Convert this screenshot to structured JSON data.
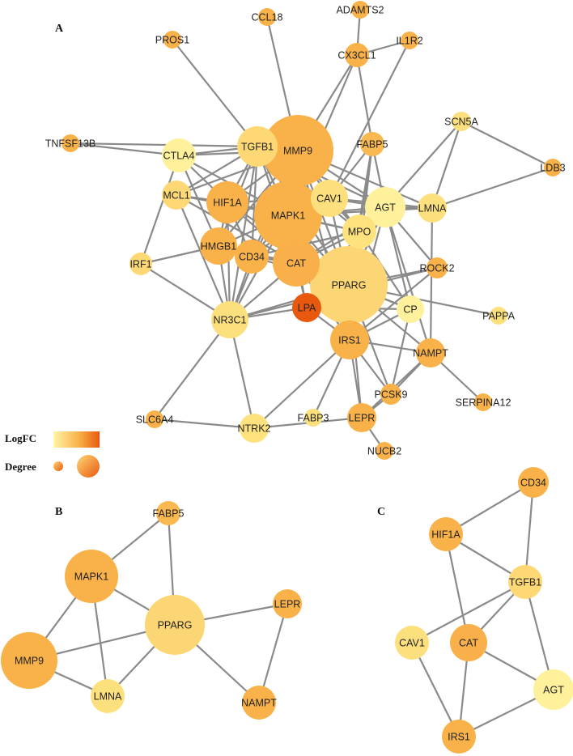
{
  "legend": {
    "logfc_label": "LogFC",
    "degree_label": "Degree"
  },
  "colors": {
    "edge": "#8a8a8a",
    "scale_low": "#fff4a8",
    "scale_mid": "#f9b24a",
    "scale_high": "#e8580f"
  },
  "panels": [
    {
      "label": "A",
      "nodes": [
        {
          "id": "MMP9",
          "r": 44,
          "color": "#f9b24a"
        },
        {
          "id": "MAPK1",
          "r": 42,
          "color": "#f9b24a"
        },
        {
          "id": "PPARG",
          "r": 48,
          "color": "#fcd574"
        },
        {
          "id": "CAT",
          "r": 29,
          "color": "#f9b04a"
        },
        {
          "id": "HIF1A",
          "r": 26,
          "color": "#f9b24a"
        },
        {
          "id": "TGFB1",
          "r": 25,
          "color": "#fdd874"
        },
        {
          "id": "AGT",
          "r": 25,
          "color": "#fff09c"
        },
        {
          "id": "CAV1",
          "r": 23,
          "color": "#fde07e"
        },
        {
          "id": "MPO",
          "r": 21,
          "color": "#fde27e"
        },
        {
          "id": "CTLA4",
          "r": 21,
          "color": "#fff09c"
        },
        {
          "id": "HMGB1",
          "r": 23,
          "color": "#f9b24a"
        },
        {
          "id": "CD34",
          "r": 21,
          "color": "#f9b24a"
        },
        {
          "id": "NR3C1",
          "r": 23,
          "color": "#fde07e"
        },
        {
          "id": "IRS1",
          "r": 24,
          "color": "#f9b24a"
        },
        {
          "id": "LPA",
          "r": 18,
          "color": "#e8580f"
        },
        {
          "id": "CP",
          "r": 17,
          "color": "#fff09c"
        },
        {
          "id": "MCL1",
          "r": 18,
          "color": "#fdd874"
        },
        {
          "id": "LMNA",
          "r": 18,
          "color": "#fde07e"
        },
        {
          "id": "NTRK2",
          "r": 18,
          "color": "#fde27e"
        },
        {
          "id": "LEPR",
          "r": 18,
          "color": "#f9b24a"
        },
        {
          "id": "NAMPT",
          "r": 18,
          "color": "#f9b24a"
        },
        {
          "id": "FABP5",
          "r": 15,
          "color": "#f9b850"
        },
        {
          "id": "CX3CL1",
          "r": 15,
          "color": "#f9b24a"
        },
        {
          "id": "IRF1",
          "r": 14,
          "color": "#fdd874"
        },
        {
          "id": "ROCK2",
          "r": 13,
          "color": "#f9b24a"
        },
        {
          "id": "PCSK9",
          "r": 13,
          "color": "#f9b24a"
        },
        {
          "id": "SCN5A",
          "r": 12,
          "color": "#fde07e"
        },
        {
          "id": "CCL18",
          "r": 11,
          "color": "#f9b24a"
        },
        {
          "id": "ADAMTS2",
          "r": 11,
          "color": "#f9b24a"
        },
        {
          "id": "IL1R2",
          "r": 11,
          "color": "#f9b24a"
        },
        {
          "id": "PROS1",
          "r": 11,
          "color": "#f9b24a"
        },
        {
          "id": "TNFSF13B",
          "r": 11,
          "color": "#f9b24a"
        },
        {
          "id": "LDB3",
          "r": 11,
          "color": "#f9b24a"
        },
        {
          "id": "PAPPA",
          "r": 11,
          "color": "#fde07e"
        },
        {
          "id": "SERPINA12",
          "r": 11,
          "color": "#f9b24a"
        },
        {
          "id": "SLC6A4",
          "r": 11,
          "color": "#f9b24a"
        },
        {
          "id": "FABP3",
          "r": 11,
          "color": "#fde07e"
        },
        {
          "id": "NUCB2",
          "r": 11,
          "color": "#f9b24a"
        }
      ],
      "edges": [
        [
          "CCL18",
          "MMP9"
        ],
        [
          "ADAMTS2",
          "CX3CL1"
        ],
        [
          "CX3CL1",
          "IL1R2"
        ],
        [
          "CX3CL1",
          "MMP9"
        ],
        [
          "CX3CL1",
          "MAPK1"
        ],
        [
          "CX3CL1",
          "FABP5"
        ],
        [
          "IL1R2",
          "CAV1"
        ],
        [
          "PROS1",
          "TGFB1"
        ],
        [
          "TNFSF13B",
          "CTLA4"
        ],
        [
          "TNFSF13B",
          "TGFB1"
        ],
        [
          "CTLA4",
          "TGFB1"
        ],
        [
          "CTLA4",
          "MMP9"
        ],
        [
          "CTLA4",
          "HIF1A"
        ],
        [
          "CTLA4",
          "MAPK1"
        ],
        [
          "CTLA4",
          "IRF1"
        ],
        [
          "CTLA4",
          "HMGB1"
        ],
        [
          "TGFB1",
          "MMP9"
        ],
        [
          "TGFB1",
          "MCL1"
        ],
        [
          "TGFB1",
          "HIF1A"
        ],
        [
          "TGFB1",
          "MAPK1"
        ],
        [
          "TGFB1",
          "HMGB1"
        ],
        [
          "TGFB1",
          "CD34"
        ],
        [
          "TGFB1",
          "CAT"
        ],
        [
          "TGFB1",
          "PPARG"
        ],
        [
          "TGFB1",
          "NR3C1"
        ],
        [
          "TGFB1",
          "AGT"
        ],
        [
          "TGFB1",
          "MPO"
        ],
        [
          "MMP9",
          "MCL1"
        ],
        [
          "MMP9",
          "HIF1A"
        ],
        [
          "MMP9",
          "MAPK1"
        ],
        [
          "MMP9",
          "CAV1"
        ],
        [
          "MMP9",
          "AGT"
        ],
        [
          "MMP9",
          "MPO"
        ],
        [
          "MMP9",
          "CAT"
        ],
        [
          "MMP9",
          "PPARG"
        ],
        [
          "MMP9",
          "CD34"
        ],
        [
          "MMP9",
          "HMGB1"
        ],
        [
          "MMP9",
          "LMNA"
        ],
        [
          "MMP9",
          "NR3C1"
        ],
        [
          "FABP5",
          "CAV1"
        ],
        [
          "FABP5",
          "AGT"
        ],
        [
          "FABP5",
          "MPO"
        ],
        [
          "FABP5",
          "PPARG"
        ],
        [
          "FABP5",
          "IRS1"
        ],
        [
          "SCN5A",
          "LMNA"
        ],
        [
          "SCN5A",
          "AGT"
        ],
        [
          "SCN5A",
          "LDB3"
        ],
        [
          "LDB3",
          "LMNA"
        ],
        [
          "MCL1",
          "MAPK1"
        ],
        [
          "MCL1",
          "HIF1A"
        ],
        [
          "MCL1",
          "NR3C1"
        ],
        [
          "MCL1",
          "CAT"
        ],
        [
          "HIF1A",
          "MAPK1"
        ],
        [
          "HIF1A",
          "CAT"
        ],
        [
          "HIF1A",
          "PPARG"
        ],
        [
          "HIF1A",
          "NR3C1"
        ],
        [
          "HIF1A",
          "CD34"
        ],
        [
          "HIF1A",
          "HMGB1"
        ],
        [
          "HIF1A",
          "MPO"
        ],
        [
          "HIF1A",
          "CAV1"
        ],
        [
          "MAPK1",
          "CAV1"
        ],
        [
          "MAPK1",
          "AGT"
        ],
        [
          "MAPK1",
          "MPO"
        ],
        [
          "MAPK1",
          "CAT"
        ],
        [
          "MAPK1",
          "PPARG"
        ],
        [
          "MAPK1",
          "CD34"
        ],
        [
          "MAPK1",
          "HMGB1"
        ],
        [
          "MAPK1",
          "NR3C1"
        ],
        [
          "MAPK1",
          "LPA"
        ],
        [
          "MAPK1",
          "IRS1"
        ],
        [
          "MAPK1",
          "LMNA"
        ],
        [
          "CAV1",
          "AGT"
        ],
        [
          "CAV1",
          "MPO"
        ],
        [
          "CAV1",
          "PPARG"
        ],
        [
          "CAV1",
          "CAT"
        ],
        [
          "CAV1",
          "CD34"
        ],
        [
          "CAV1",
          "LMNA"
        ],
        [
          "AGT",
          "LMNA"
        ],
        [
          "AGT",
          "MPO"
        ],
        [
          "AGT",
          "PPARG"
        ],
        [
          "AGT",
          "CAT"
        ],
        [
          "AGT",
          "CP"
        ],
        [
          "AGT",
          "ROCK2"
        ],
        [
          "AGT",
          "NAMPT"
        ],
        [
          "AGT",
          "IRS1"
        ],
        [
          "AGT",
          "LPA"
        ],
        [
          "MPO",
          "CAT"
        ],
        [
          "MPO",
          "PPARG"
        ],
        [
          "MPO",
          "CD34"
        ],
        [
          "MPO",
          "CP"
        ],
        [
          "MPO",
          "LPA"
        ],
        [
          "IRF1",
          "HMGB1"
        ],
        [
          "IRF1",
          "NR3C1"
        ],
        [
          "HMGB1",
          "CD34"
        ],
        [
          "HMGB1",
          "CAT"
        ],
        [
          "HMGB1",
          "NR3C1"
        ],
        [
          "CD34",
          "CAT"
        ],
        [
          "CD34",
          "PPARG"
        ],
        [
          "CD34",
          "NR3C1"
        ],
        [
          "CAT",
          "PPARG"
        ],
        [
          "CAT",
          "LPA"
        ],
        [
          "CAT",
          "NR3C1"
        ],
        [
          "CAT",
          "IRS1"
        ],
        [
          "CAT",
          "CP"
        ],
        [
          "PPARG",
          "LPA"
        ],
        [
          "PPARG",
          "IRS1"
        ],
        [
          "PPARG",
          "CP"
        ],
        [
          "PPARG",
          "NR3C1"
        ],
        [
          "PPARG",
          "ROCK2"
        ],
        [
          "PPARG",
          "PAPPA"
        ],
        [
          "PPARG",
          "NAMPT"
        ],
        [
          "PPARG",
          "LEPR"
        ],
        [
          "PPARG",
          "PCSK9"
        ],
        [
          "LPA",
          "NR3C1"
        ],
        [
          "LPA",
          "IRS1"
        ],
        [
          "LPA",
          "CP"
        ],
        [
          "NR3C1",
          "SLC6A4"
        ],
        [
          "NR3C1",
          "NTRK2"
        ],
        [
          "IRS1",
          "NAMPT"
        ],
        [
          "IRS1",
          "LEPR"
        ],
        [
          "IRS1",
          "FABP3"
        ],
        [
          "IRS1",
          "NTRK2"
        ],
        [
          "IRS1",
          "CP"
        ],
        [
          "IRS1",
          "PCSK9"
        ],
        [
          "CP",
          "PCSK9"
        ],
        [
          "ROCK2",
          "IRS1"
        ],
        [
          "ROCK2",
          "NR3C1"
        ],
        [
          "NAMPT",
          "SERPINA12"
        ],
        [
          "NAMPT",
          "PCSK9"
        ],
        [
          "NAMPT",
          "LEPR"
        ],
        [
          "LEPR",
          "PCSK9"
        ],
        [
          "LEPR",
          "NUCB2"
        ],
        [
          "LEPR",
          "NTRK2"
        ],
        [
          "NTRK2",
          "SLC6A4"
        ],
        [
          "MMP9",
          "IRS1"
        ],
        [
          "LMNA",
          "NAMPT"
        ]
      ]
    },
    {
      "label": "B",
      "nodes": [
        {
          "id": "FABP5",
          "r": 15,
          "color": "#f9b850"
        },
        {
          "id": "MAPK1",
          "r": 33,
          "color": "#f9b24a"
        },
        {
          "id": "PPARG",
          "r": 37,
          "color": "#fcd574"
        },
        {
          "id": "LEPR",
          "r": 18,
          "color": "#f9b24a"
        },
        {
          "id": "MMP9",
          "r": 35,
          "color": "#f9b24a"
        },
        {
          "id": "LMNA",
          "r": 21,
          "color": "#fde07e"
        },
        {
          "id": "NAMPT",
          "r": 21,
          "color": "#f9b24a"
        }
      ],
      "edges": [
        [
          "FABP5",
          "MAPK1"
        ],
        [
          "FABP5",
          "PPARG"
        ],
        [
          "MAPK1",
          "PPARG"
        ],
        [
          "MAPK1",
          "MMP9"
        ],
        [
          "MAPK1",
          "LMNA"
        ],
        [
          "MMP9",
          "PPARG"
        ],
        [
          "MMP9",
          "LMNA"
        ],
        [
          "PPARG",
          "LMNA"
        ],
        [
          "PPARG",
          "LEPR"
        ],
        [
          "PPARG",
          "NAMPT"
        ],
        [
          "LEPR",
          "NAMPT"
        ]
      ]
    },
    {
      "label": "C",
      "nodes": [
        {
          "id": "CD34",
          "r": 19,
          "color": "#f9b24a"
        },
        {
          "id": "HIF1A",
          "r": 21,
          "color": "#f9b24a"
        },
        {
          "id": "TGFB1",
          "r": 21,
          "color": "#fdd874"
        },
        {
          "id": "CAV1",
          "r": 21,
          "color": "#fde07e"
        },
        {
          "id": "CAT",
          "r": 23,
          "color": "#f9b04a"
        },
        {
          "id": "AGT",
          "r": 25,
          "color": "#fff09c"
        },
        {
          "id": "IRS1",
          "r": 21,
          "color": "#f9b24a"
        }
      ],
      "edges": [
        [
          "CD34",
          "HIF1A"
        ],
        [
          "CD34",
          "TGFB1"
        ],
        [
          "HIF1A",
          "TGFB1"
        ],
        [
          "HIF1A",
          "CAT"
        ],
        [
          "TGFB1",
          "CAV1"
        ],
        [
          "TGFB1",
          "CAT"
        ],
        [
          "TGFB1",
          "AGT"
        ],
        [
          "CAT",
          "AGT"
        ],
        [
          "CAT",
          "IRS1"
        ],
        [
          "CAV1",
          "IRS1"
        ],
        [
          "AGT",
          "IRS1"
        ]
      ]
    }
  ]
}
